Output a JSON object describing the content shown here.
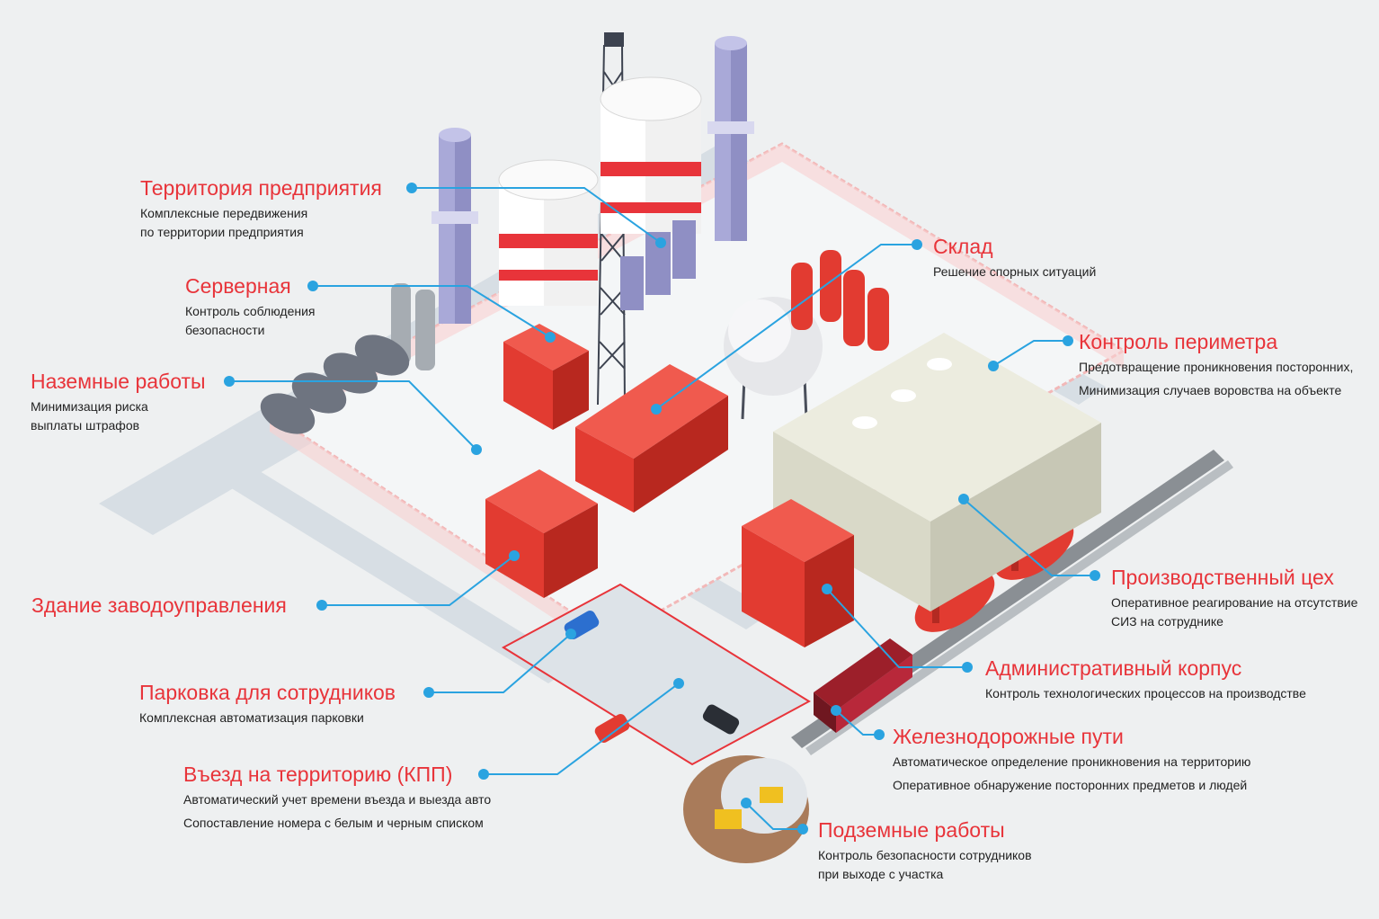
{
  "colors": {
    "accent": "#e8343a",
    "connector": "#2aa3e0",
    "building": "#e23b31",
    "roof": "#f05a4e",
    "workshop": "#ececdf",
    "road": "#d5dde3",
    "fence": "#f5c0c0"
  },
  "callouts": {
    "territory": {
      "title": "Территория предприятия",
      "lines": [
        "Комплексные передвижения",
        "по территории предприятия"
      ]
    },
    "server": {
      "title": "Серверная",
      "lines": [
        "Контроль соблюдения",
        "безопасности"
      ]
    },
    "ground": {
      "title": "Наземные работы",
      "lines": [
        "Минимизация риска",
        "выплаты штрафов"
      ]
    },
    "admin_bldg": {
      "title": "Здание заводоуправления",
      "lines": []
    },
    "parking": {
      "title": "Парковка для сотрудников",
      "lines": [
        "Комплексная автоматизация парковки"
      ]
    },
    "checkpoint": {
      "title": "Въезд на территорию (КПП)",
      "lines": [
        "Автоматический учет времени въезда и выезда авто",
        "Сопоставление номера с белым и черным списком"
      ]
    },
    "warehouse": {
      "title": "Склад",
      "lines": [
        "Решение спорных ситуаций"
      ]
    },
    "perimeter": {
      "title": "Контроль периметра",
      "lines": [
        "Предотвращение проникновения посторонних,",
        "Минимизация случаев воровства на объекте"
      ]
    },
    "workshop": {
      "title": "Производственный цех",
      "lines": [
        "Оперативное реагирование на отсутствие",
        "СИЗ на сотруднике"
      ]
    },
    "admin_corp": {
      "title": "Административный корпус",
      "lines": [
        "Контроль технологических процессов на производстве"
      ]
    },
    "railway": {
      "title": "Железнодорожные пути",
      "lines": [
        "Автоматическое определение проникновения на территорию",
        "Оперативное обнаружение посторонних предметов и людей"
      ]
    },
    "underground": {
      "title": "Подземные работы",
      "lines": [
        "Контроль безопасности сотрудников",
        "при выходе с участка"
      ]
    }
  }
}
